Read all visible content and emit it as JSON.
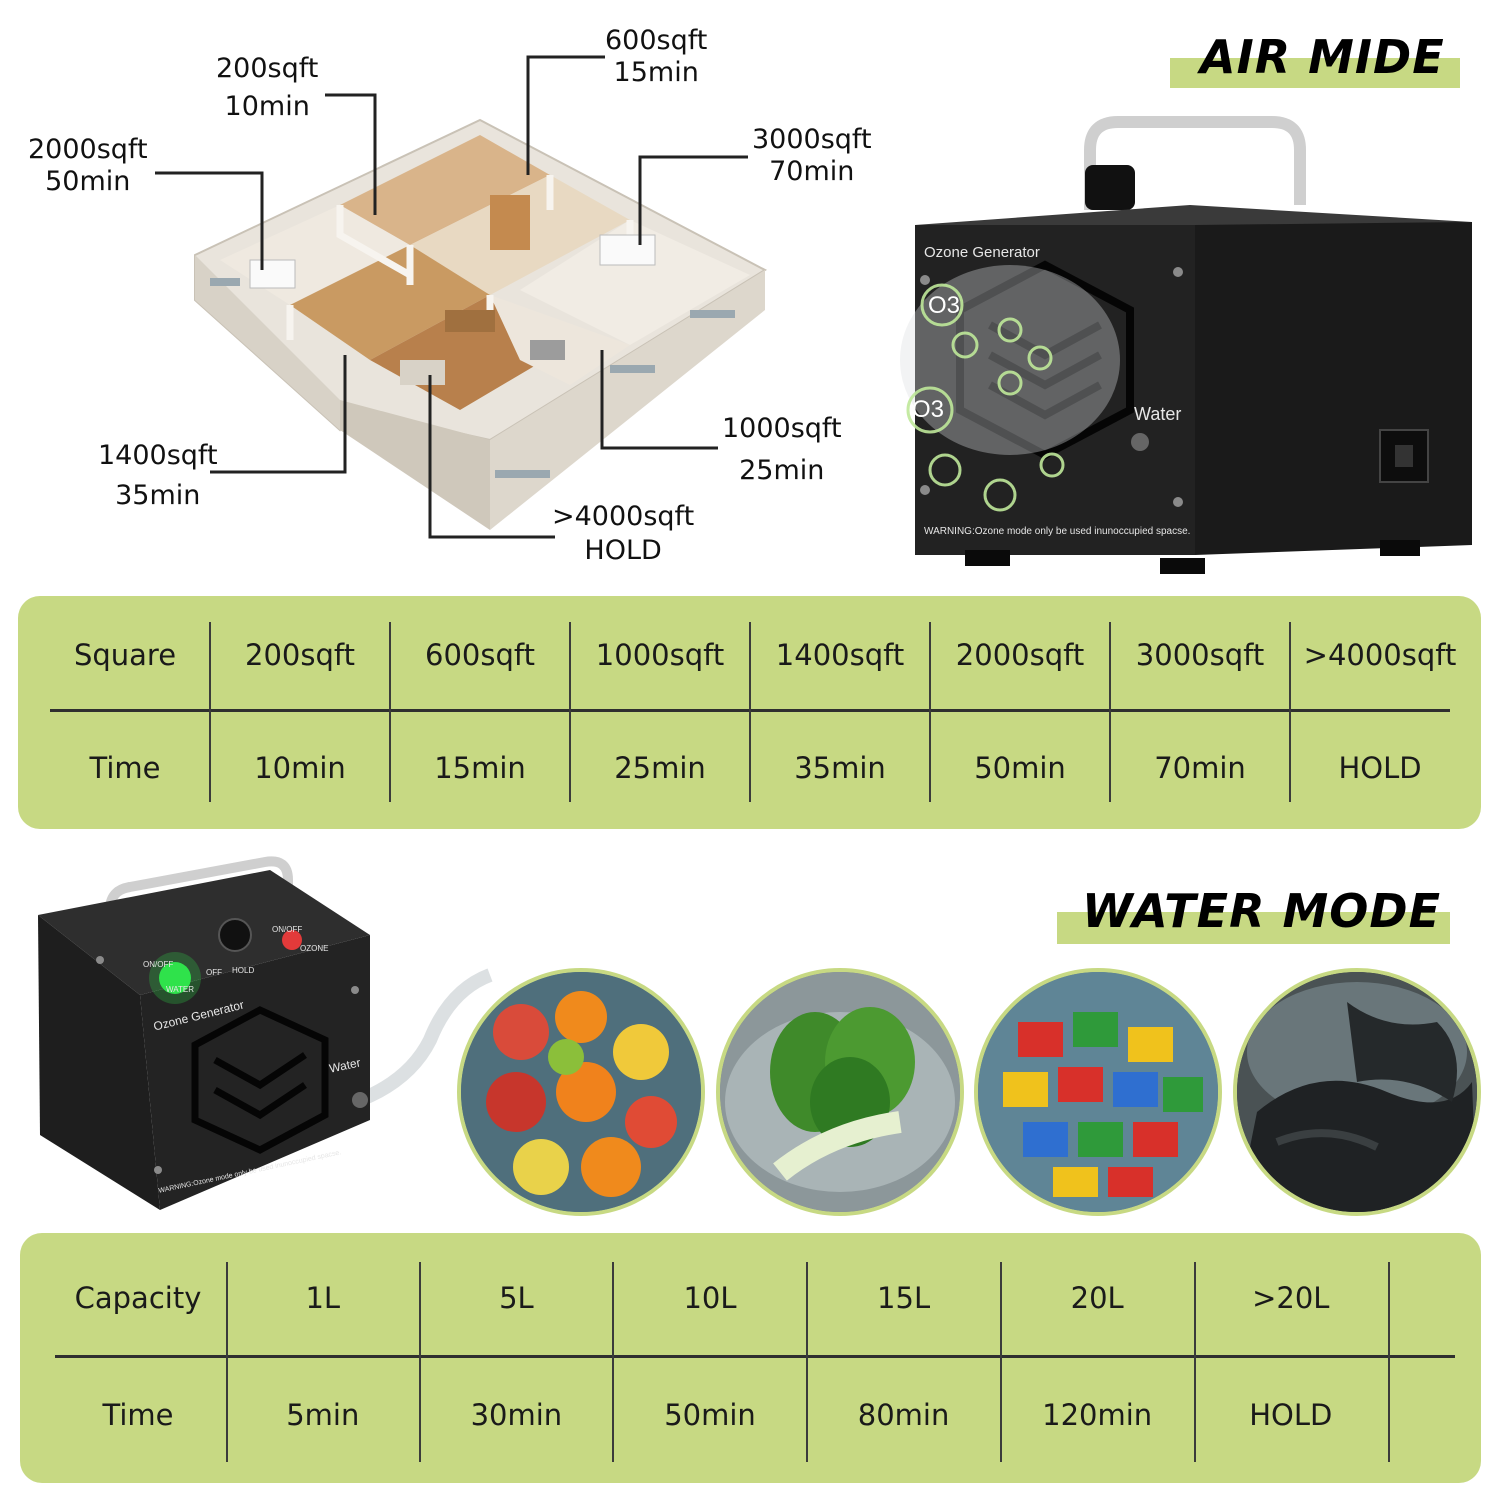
{
  "air_mode": {
    "heading": "AIR MIDE",
    "callouts": [
      {
        "area": "600sqft",
        "time": "15min"
      },
      {
        "area": "200sqft",
        "time": "10min"
      },
      {
        "area": "3000sqft",
        "time": "70min"
      },
      {
        "area": "2000sqft",
        "time": "50min"
      },
      {
        "area": "1000sqft",
        "time": "25min"
      },
      {
        "area": "1400sqft",
        "time": "35min"
      },
      {
        "area": ">4000sqft",
        "time": "HOLD"
      }
    ],
    "device": {
      "brand_label": "Ozone Generator",
      "water_label": "Water",
      "warning": "WARNING:Ozone mode only be used inunoccupied spacse.",
      "o3_label": "O3"
    },
    "table": {
      "row1_header": "Square",
      "row2_header": "Time",
      "columns": [
        {
          "top": "200sqft",
          "bottom": "10min"
        },
        {
          "top": "600sqft",
          "bottom": "15min"
        },
        {
          "top": "1000sqft",
          "bottom": "25min"
        },
        {
          "top": "1400sqft",
          "bottom": "35min"
        },
        {
          "top": "2000sqft",
          "bottom": "50min"
        },
        {
          "top": "3000sqft",
          "bottom": "70min"
        },
        {
          "top": ">4000sqft",
          "bottom": "HOLD"
        }
      ]
    }
  },
  "water_mode": {
    "heading": "WATER MODE",
    "device": {
      "brand_label": "Ozone Generator",
      "water_label": "Water",
      "warning": "WARNING:Ozone mode only be used inunoccupied spacse.",
      "on_off_left": "ON/OFF",
      "water_small": "WATER",
      "on_off_right": "ON/OFF",
      "ozone_small": "OZONE",
      "off_label": "OFF",
      "hold_label": "HOLD"
    },
    "photos": [
      {
        "icon": "fruits-in-water-photo"
      },
      {
        "icon": "vegetables-in-water-photo"
      },
      {
        "icon": "toy-bricks-in-water-photo"
      },
      {
        "icon": "clothes-in-water-photo"
      }
    ],
    "table": {
      "row1_header": "Capacity",
      "row2_header": "Time",
      "columns": [
        {
          "top": "1L",
          "bottom": "5min"
        },
        {
          "top": "5L",
          "bottom": "30min"
        },
        {
          "top": "10L",
          "bottom": "50min"
        },
        {
          "top": "15L",
          "bottom": "80min"
        },
        {
          "top": "20L",
          "bottom": "120min"
        },
        {
          "top": ">20L",
          "bottom": "HOLD"
        }
      ]
    }
  },
  "colors": {
    "accent_green": "#c7d983",
    "device_black": "#1c1c1c",
    "text_dark": "#111111"
  }
}
